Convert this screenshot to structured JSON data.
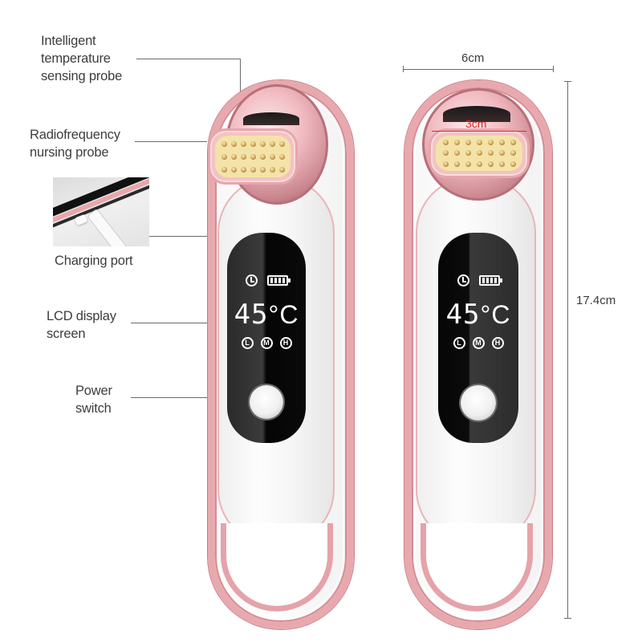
{
  "callouts": {
    "temperature_probe": {
      "line1": "Intelligent",
      "line2": "temperature",
      "line3": "sensing probe"
    },
    "rf_probe": {
      "line1": "Radiofrequency",
      "line2": "nursing probe"
    },
    "charging_port": {
      "label": "Charging port"
    },
    "lcd": {
      "line1": "LCD display",
      "line2": "screen"
    },
    "power": {
      "line1": "Power",
      "line2": "switch"
    }
  },
  "display": {
    "temperature": "45",
    "unit": "°C",
    "modes": [
      "L",
      "M",
      "H"
    ],
    "battery_bars": 4
  },
  "dimensions": {
    "width": "6cm",
    "height": "17.4cm",
    "probe_width": "3cm"
  },
  "colors": {
    "rose_gold": "#e8a9ae",
    "probe_gold": "#f4e3a8",
    "lcd_black": "#0a0a0a",
    "dimension_red": "#d62b2b"
  }
}
